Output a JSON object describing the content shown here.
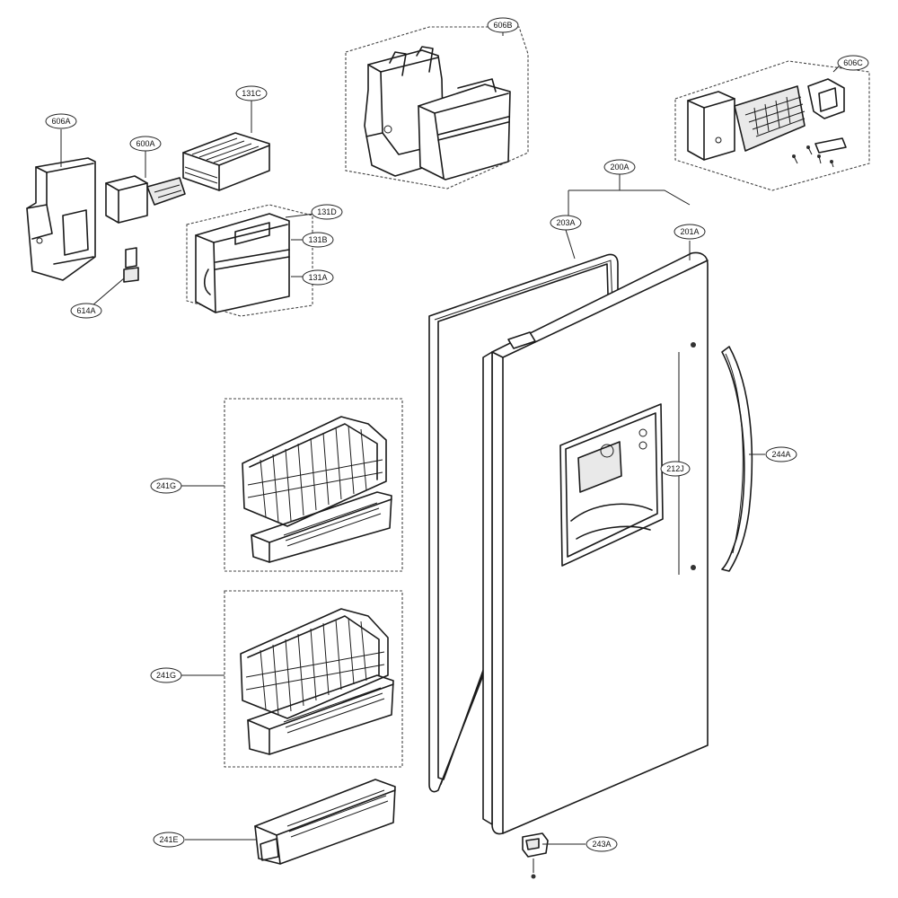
{
  "labels": {
    "p606A": "606A",
    "p600A": "600A",
    "p131C": "131C",
    "p131D": "131D",
    "p131B": "131B",
    "p131A": "131A",
    "p614A": "614A",
    "p606B": "606B",
    "p606C": "606C",
    "p200A": "200A",
    "p203A": "203A",
    "p201A": "201A",
    "p244A": "244A",
    "p212J": "212J",
    "p241G_1": "241G",
    "p241G_2": "241G",
    "p241E": "241E",
    "p243A": "243A"
  }
}
